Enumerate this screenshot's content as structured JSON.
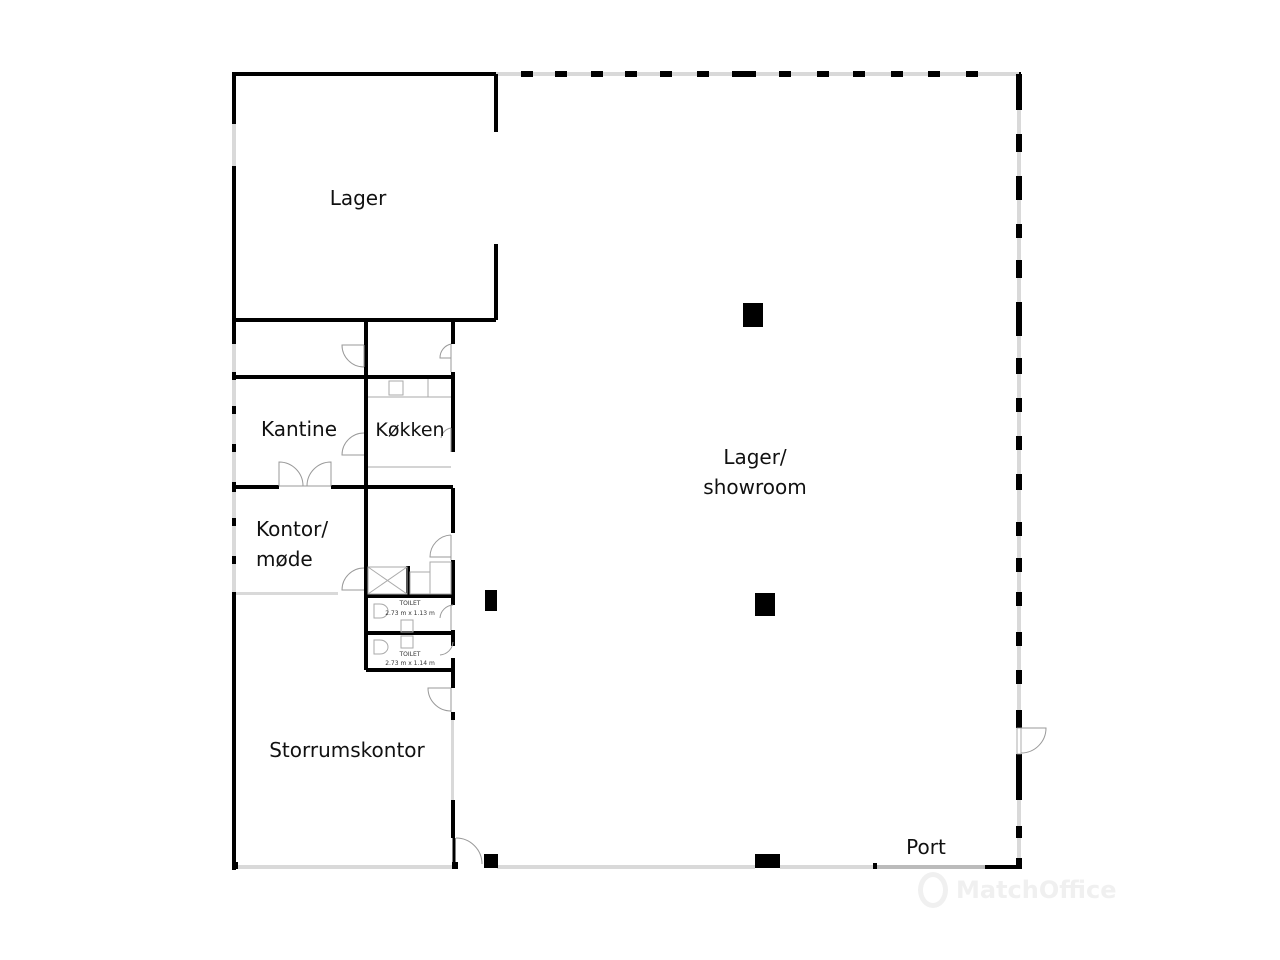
{
  "floorplan": {
    "rooms": [
      {
        "id": "lager",
        "label": "Lager"
      },
      {
        "id": "kantine",
        "label": "Kantine"
      },
      {
        "id": "kokken",
        "label": "Køkken"
      },
      {
        "id": "kontor",
        "label": "Kontor/\nmøde"
      },
      {
        "id": "storrumskontor",
        "label": "Storrumskontor"
      },
      {
        "id": "showroom",
        "label": "Lager/\nshowroom"
      },
      {
        "id": "port",
        "label": "Port"
      }
    ],
    "toilets": [
      {
        "label": "TOILET",
        "dimensions": "2.73 m x 1.13 m"
      },
      {
        "label": "TOILET",
        "dimensions": "2.73 m x 1.14 m"
      }
    ],
    "watermark": "MatchOffice",
    "colors": {
      "wall": "#000000",
      "window": "#d9d9d9",
      "door_line": "#999999",
      "background": "#ffffff"
    }
  }
}
